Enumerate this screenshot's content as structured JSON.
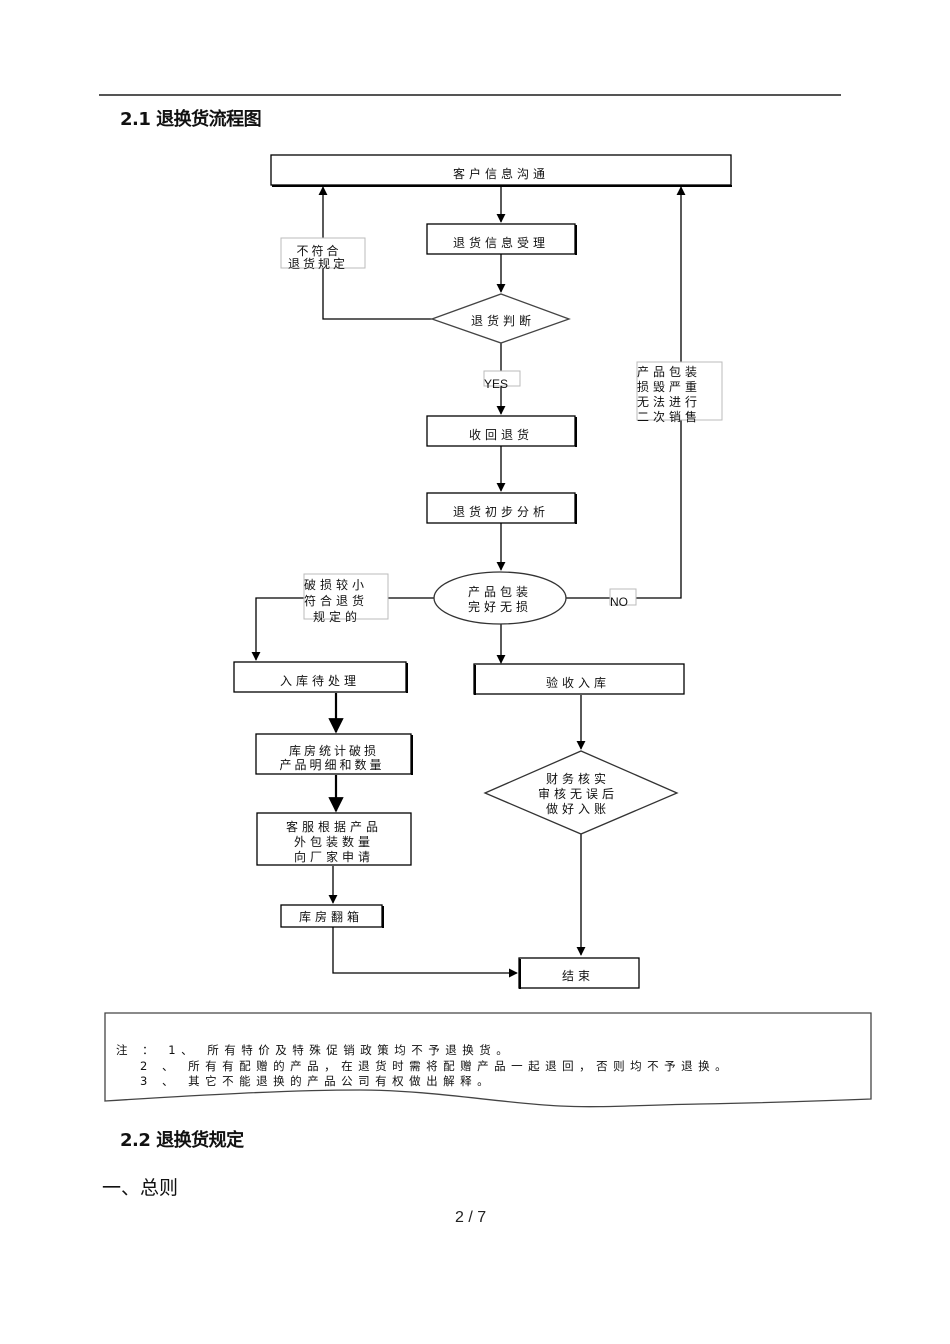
{
  "headings": {
    "section_2_1": "2.1 退换货流程图",
    "section_2_2": "2.2  退换货规定",
    "subsection_1": "一、总则"
  },
  "flowchart": {
    "nodes": {
      "customer_communication": "客户信息沟通",
      "return_info_accept": "退货信息受理",
      "return_judgement": "退货判断",
      "recover_return": "收回退货",
      "initial_analysis": "退货初步分析",
      "package_intact": [
        "产品包装",
        "完好无损"
      ],
      "pending_storage": "入库待处理",
      "acceptance_storage": "验收入库",
      "warehouse_stats": [
        "库房统计破损",
        "产品明细和数量"
      ],
      "cs_apply": [
        "客服根据产品",
        "外包装数量",
        "向厂家申请"
      ],
      "finance_check": [
        "财务核实",
        "审核无误后",
        "做好入账"
      ],
      "warehouse_repack": "库房翻箱",
      "end": "结束"
    },
    "edge_labels": {
      "not_compliant": [
        "不符合",
        "退货规定"
      ],
      "yes": "YES",
      "no": "NO",
      "severe_damage": [
        "产品包装",
        "损毁严重",
        "无法进行",
        "二次销售"
      ],
      "minor_damage": [
        "破损较小",
        "符合退货",
        "规定的"
      ]
    }
  },
  "notes": {
    "line1": "注 ： 1、 所有特价及特殊促销政策均不予退换货。",
    "line2": "2  、 所有有配赠的产品，在退货时需将配赠产品一起退回，否则均不予退换。",
    "line3": "3  、 其它不能退换的产品公司有权做出解释。"
  },
  "footer": {
    "page_indicator": "2 / 7"
  }
}
